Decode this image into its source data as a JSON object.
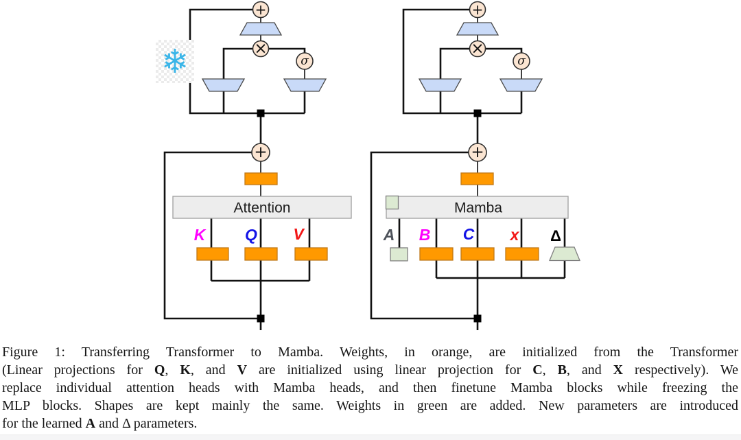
{
  "figure": {
    "left": {
      "block_label": "Attention",
      "branches": [
        "K",
        "Q",
        "V"
      ],
      "frozen_glyph": "❄"
    },
    "right": {
      "block_label": "Mamba",
      "branches": [
        "A",
        "B",
        "C",
        "x",
        "Δ"
      ]
    },
    "ops": {
      "add": "+",
      "multiply": "×",
      "sigma": "σ"
    },
    "colors": {
      "orange": "#ff9900",
      "orange-border": "#c17817",
      "trap-blue": "#c9daf8",
      "peach": "#fbe5d2",
      "block-gray": "#ededed",
      "block-border": "#9e9e9e",
      "green": "#dcead2",
      "green-border": "#7f7f7f",
      "line": "#111111",
      "magenta": "#ff00ff",
      "blue": "#1414e6",
      "red": "#f21818",
      "gray-a": "#4d525a",
      "snow-blue": "#3ab5e8"
    }
  },
  "caption": {
    "lines": [
      [
        "Figure 1: Transferring Transformer to Mamba. Weights, in orange, are initialized from the Transformer"
      ],
      [
        "(Linear projections for ",
        "Q",
        ", ",
        "K",
        ", and ",
        "V",
        " are initialized using linear projection for ",
        "C",
        ", ",
        "B",
        ", and ",
        "X",
        " respectively). We"
      ],
      [
        "replace individual attention heads with Mamba heads, and then finetune Mamba blocks while freezing the"
      ],
      [
        "MLP blocks. Shapes are kept mainly the same. Weights in green are added. New parameters are introduced"
      ],
      [
        "for the learned ",
        "A",
        " and Δ parameters."
      ]
    ]
  }
}
